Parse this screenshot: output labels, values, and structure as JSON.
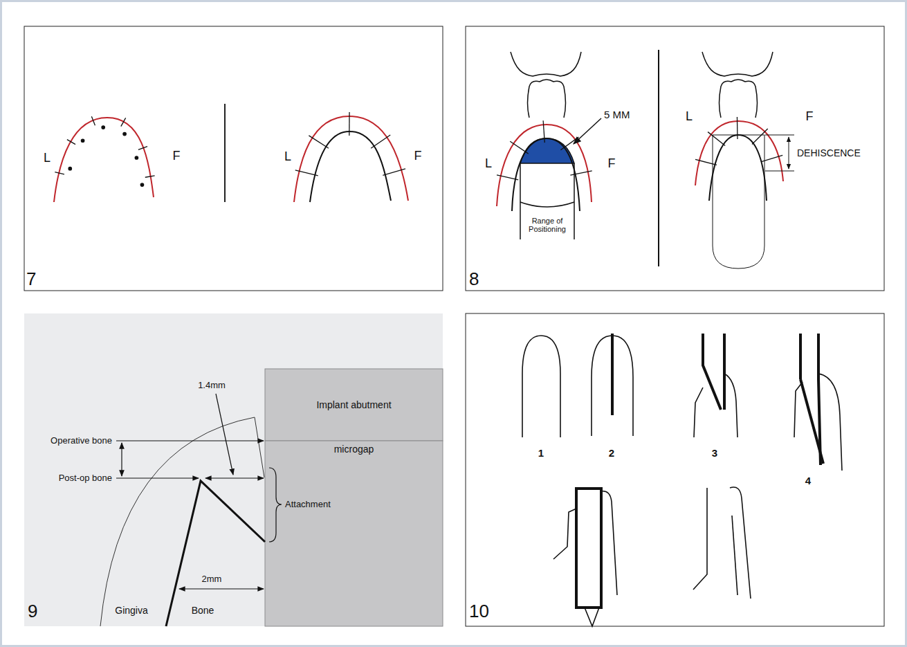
{
  "diagram": {
    "nodes": [
      {
        "text": [
          "Implant abutment"
        ]
      },
      {
        "text": [
          "microgap"
        ]
      }
    ],
    "labels": [
      "7",
      "L",
      "F",
      "L",
      "F",
      "8",
      "5 MM",
      "L",
      "F",
      "Range of Positioning",
      "L",
      "F",
      "DEHISCENCE",
      "9",
      "1.4mm",
      "Operative bone",
      "Post-op bone",
      "Attachment",
      "2mm",
      "Gingiva",
      "Bone",
      "10",
      "1",
      "2",
      "3",
      "4"
    ]
  }
}
